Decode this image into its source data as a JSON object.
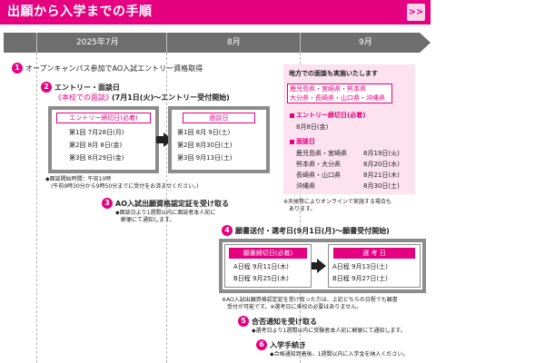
{
  "header": {
    "title": "出願から入学までの手順",
    "more": ">>"
  },
  "timeline": {
    "month1": "2025年7月",
    "month2": "8月",
    "month3": "9月"
  },
  "step1": {
    "num": "1",
    "text": "オープンキャンパス参加でAO入試エントリー資格取得"
  },
  "step2": {
    "num": "2",
    "title": "エントリー・面談日",
    "sub1": "《本校での面談》",
    "sub2": "(7月1日(火)〜エントリー受付開始)",
    "left_label": "エントリー締切日(必着)",
    "left_rows": [
      "第1回 7月28日(月)",
      "第2回 8月 8日(金)",
      "第3回 8月29日(金)"
    ],
    "right_label": "面談日",
    "right_rows": [
      "第1回 8月 9日(土)",
      "第2回 8月30日(土)",
      "第3回 9月13日(土)"
    ],
    "note1": "◆面談開始時間：午前10時",
    "note2": "(午前9時30分から9時50分までに受付をお済ませください。)"
  },
  "step3": {
    "num": "3",
    "title": "AO入試出願資格認定証を受け取る",
    "note1": "◆面談日より1週間以内に面談者本人宛に",
    "note2": "郵便にて通知します。"
  },
  "panel": {
    "title": "地方での面談も実施いたします",
    "regions1": "鹿児島県・宮崎県・熊本県",
    "regions2": "大分県・長崎県・山口県・沖縄県",
    "entry_label": "エントリー締切日(必着)",
    "entry_date": "8月8日(金)",
    "interview_label": "面談日",
    "rows": [
      {
        "place": "鹿児島県・宮崎県",
        "date": "8月19日(火)"
      },
      {
        "place": "熊本県・大分県",
        "date": "8月20日(水)"
      },
      {
        "place": "長崎県・山口県",
        "date": "8月21日(木)"
      },
      {
        "place": "沖縄県",
        "date": "8月30日(土)"
      }
    ],
    "note1": "※天候等によりオンラインで実施する場合も",
    "note2": "あります。"
  },
  "step4": {
    "num": "4",
    "title": "願書送付・選考日(9月1日(月)〜願書受付開始)",
    "left_label": "願書締切日(必着)",
    "left_rows": [
      "A日程 9月11日(木)",
      "B日程 9月25日(木)"
    ],
    "right_label": "選 考 日",
    "right_rows": [
      "A日程 9月13日(土)",
      "B日程 9月27日(土)"
    ],
    "note1": "※AO入試出願資格認定証を受け取った方は、上記どちらの日程でも願書",
    "note2": "受付が可能です。※選考日に来校の必要はありません。"
  },
  "step5": {
    "num": "5",
    "title": "合否通知を受け取る",
    "note": "◆選考日より1週間以内に受験者本人宛に郵便にて通知します。"
  },
  "step6": {
    "num": "6",
    "title": "入学手続き",
    "note": "◆合格通知到着後、1週間以内に入学金を納入ください。"
  }
}
